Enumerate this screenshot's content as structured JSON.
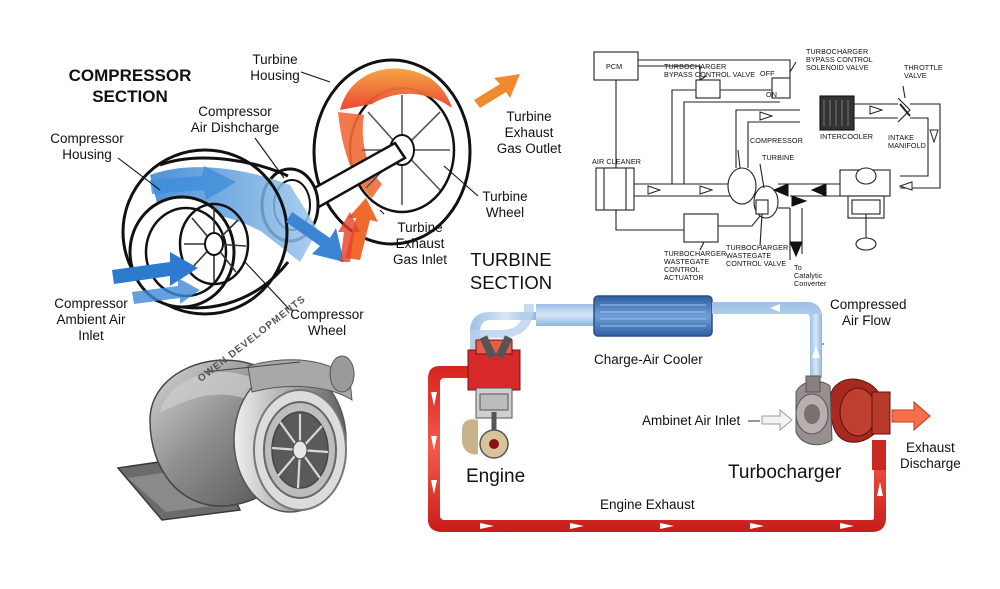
{
  "compressor_section": {
    "title": [
      "COMPRESSOR",
      "SECTION"
    ],
    "labels": {
      "turbine_housing": [
        "Turbine",
        "Housing"
      ],
      "compressor_air_discharge": [
        "Compressor",
        "Air Dishcharge"
      ],
      "compressor_housing": [
        "Compressor",
        "Housing"
      ],
      "turbine_exhaust_gas_outlet": [
        "Turbine",
        "Exhaust",
        "Gas Outlet"
      ],
      "turbine_wheel": [
        "Turbine",
        "Wheel"
      ],
      "turbine_exhaust_gas_inlet": [
        "Turbine",
        "Exhaust",
        "Gas Inlet"
      ],
      "compressor_wheel": [
        "Compressor",
        "Wheel"
      ],
      "compressor_ambient_air_inlet": [
        "Compressor",
        "Ambient Air",
        "Inlet"
      ]
    }
  },
  "turbine_section": {
    "title": [
      "TURBINE",
      "SECTION"
    ]
  },
  "turbo_photo": {
    "brand_text": "OWEN DEVELOPMENTS"
  },
  "schematic": {
    "pcm": "PCM",
    "bypass_control_valve": [
      "TURBOCHARGER",
      "BYPASS CONTROL VALVE"
    ],
    "bypass_solenoid_valve": [
      "TURBOCHARGER",
      "BYPASS CONTROL",
      "SOLENOID VALVE"
    ],
    "off": "OFF",
    "on": "ON",
    "throttle_valve": [
      "THROTTLE",
      "VALVE"
    ],
    "intercooler": "INTERCOOLER",
    "compressor": "COMPRESSOR",
    "intake_manifold": [
      "INTAKE",
      "MANIFOLD"
    ],
    "air_cleaner": "AIR CLEANER",
    "turbine": "TURBINE",
    "wastegate_actuator": [
      "TURBOCHARGER",
      "WASTEGATE",
      "CONTROL",
      "ACTUATOR"
    ],
    "wastegate_valve": [
      "TURBOCHARGER",
      "WASTEGATE",
      "CONTROL VALVE"
    ],
    "to_catalytic": [
      "To",
      "Catalytic",
      "Converter"
    ]
  },
  "flow": {
    "compressed_air_flow": [
      "Compressed",
      "Air Flow"
    ],
    "charge_air_cooler": "Charge-Air Cooler",
    "ambient_air_inlet": "Ambinet Air Inlet",
    "engine": "Engine",
    "turbocharger": "Turbocharger",
    "exhaust_discharge": [
      "Exhaust",
      "Discharge"
    ],
    "engine_exhaust": "Engine Exhaust"
  },
  "colors": {
    "cold_air": "#6fa6d6",
    "hot_gas": "#e8472f",
    "orange": "#f08a2c",
    "cooler_blue": "#4a7fc0"
  }
}
